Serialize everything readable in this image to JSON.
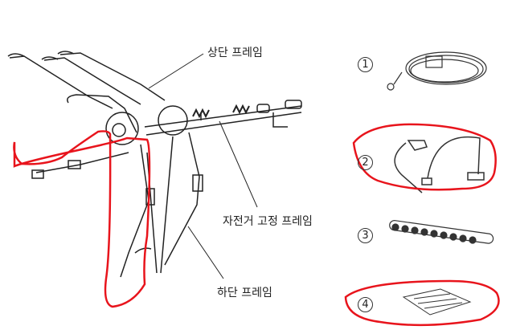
{
  "labels": {
    "upper_frame": "상단 프레임",
    "bike_holder_frame": "자전거 고정 프레임",
    "lower_frame": "하단 프레임"
  },
  "parts": [
    {
      "number": "1",
      "item": "cable-lock"
    },
    {
      "number": "2",
      "item": "straps"
    },
    {
      "number": "3",
      "item": "rubber-strap"
    },
    {
      "number": "4",
      "item": "sticker-sheet"
    }
  ],
  "colors": {
    "line": "#222222",
    "highlight": "#e8141c"
  }
}
